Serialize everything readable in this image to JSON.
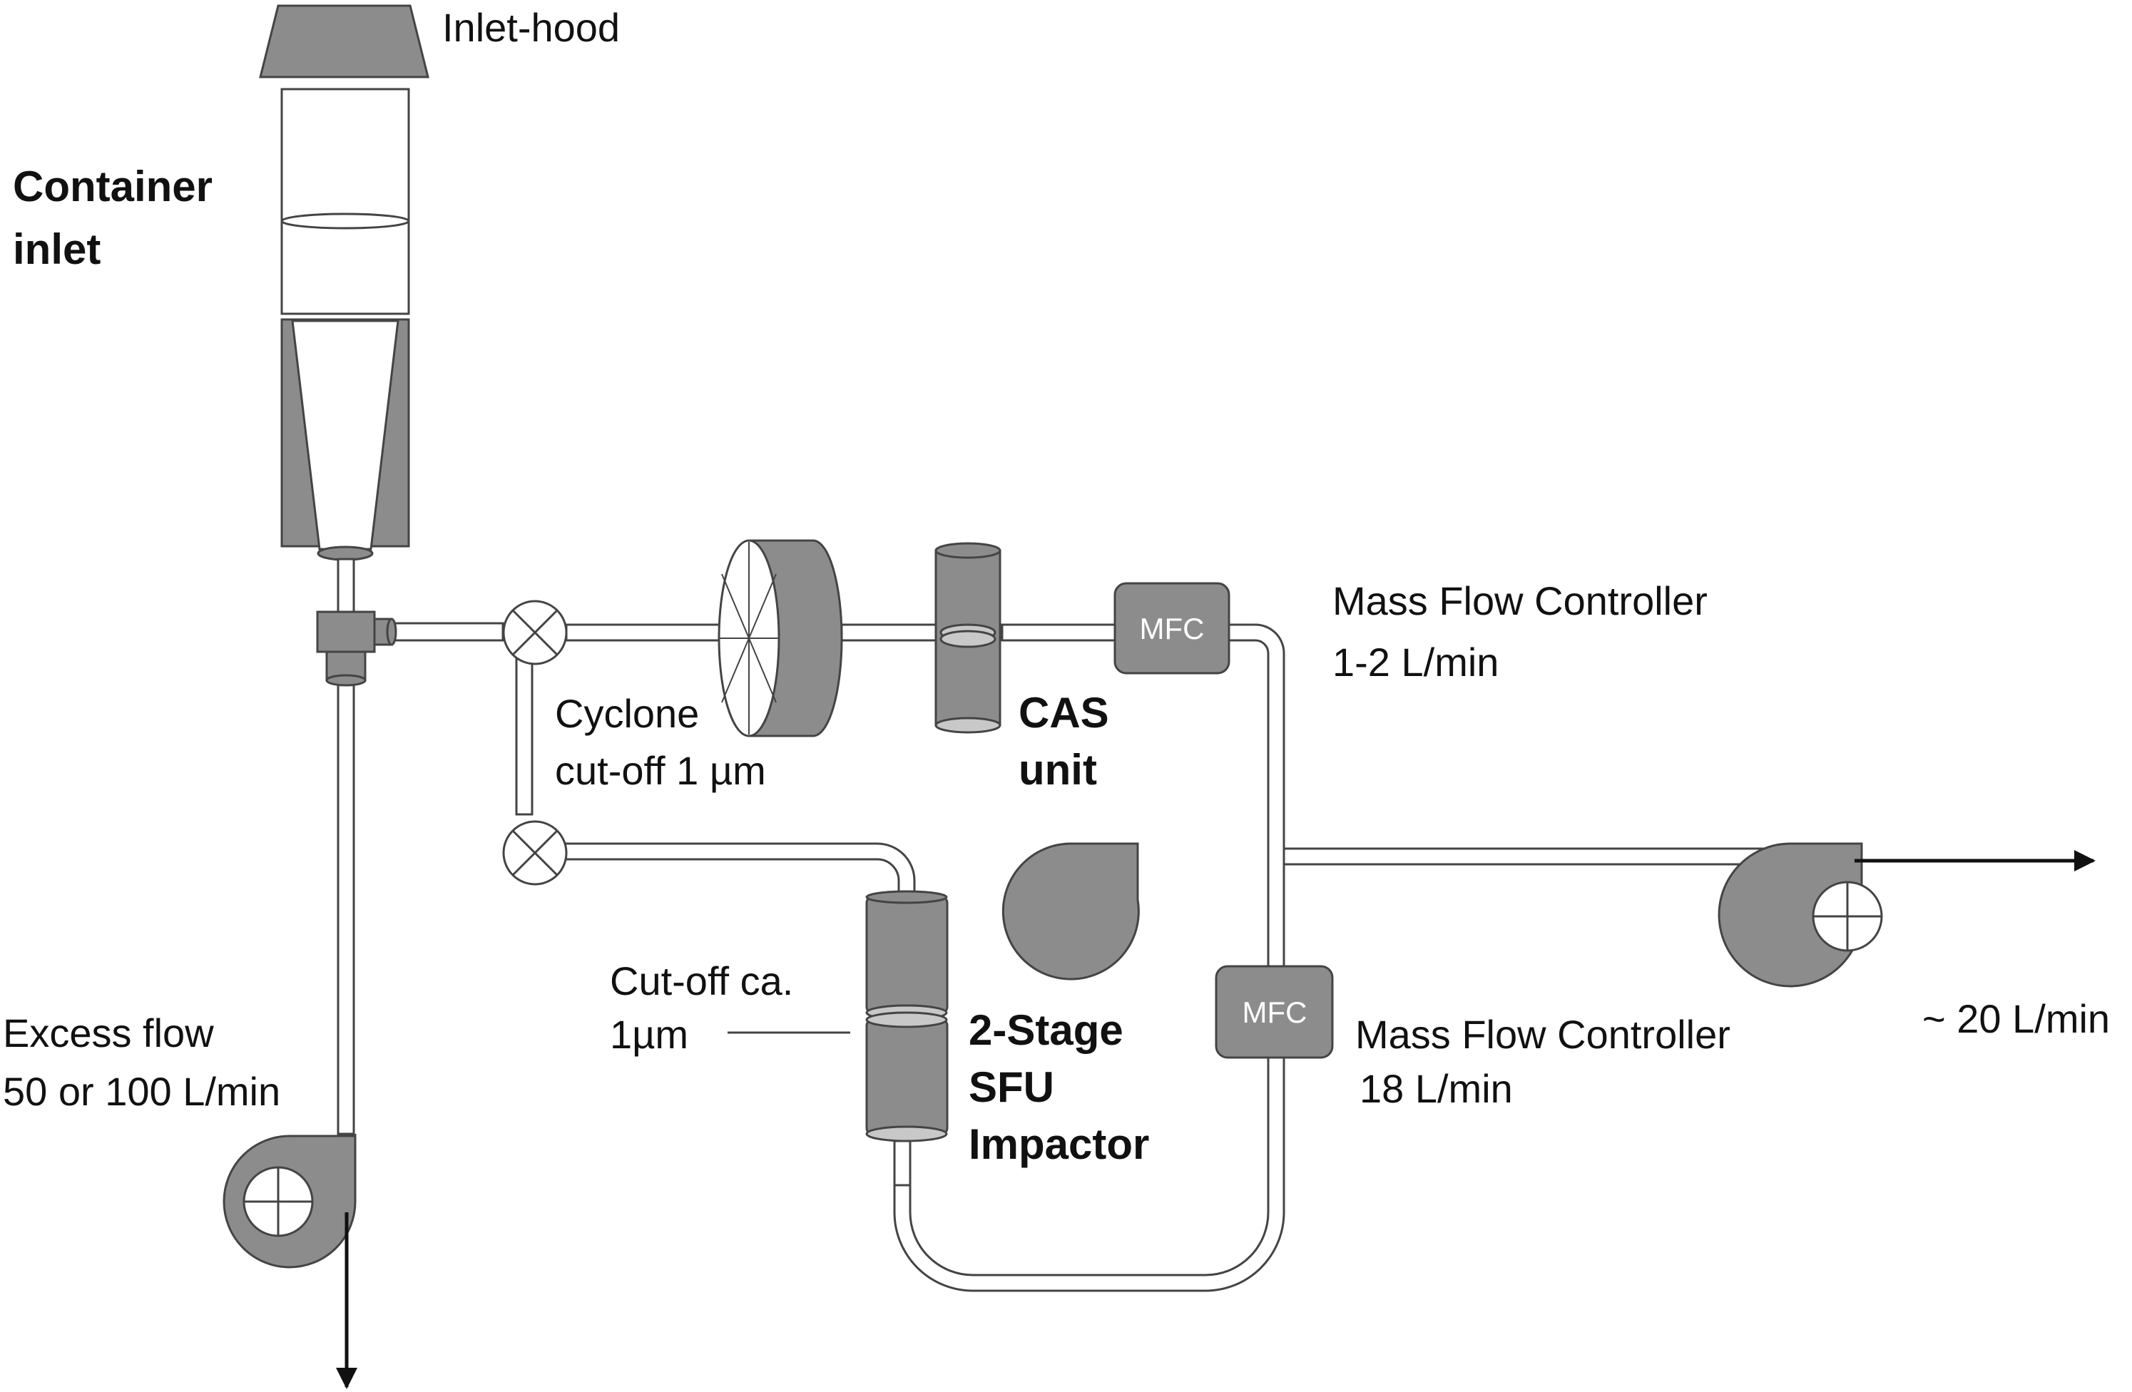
{
  "colors": {
    "component_fill": "#8c8c8c",
    "outline": "#444444",
    "tube_fill": "#ffffff",
    "mfc_text": "#ffffff",
    "text": "#111111"
  },
  "labels": {
    "inlet_hood": "Inlet-hood",
    "container_inlet_line1": "Container",
    "container_inlet_line2": "inlet",
    "cyclone_line1": "Cyclone",
    "cyclone_line2": "cut-off 1 µm",
    "cas_line1": "CAS",
    "cas_line2": "unit",
    "mfc_top_name": "Mass Flow Controller",
    "mfc_top_flow": "1-2 L/min",
    "mfc_bottom_name": "Mass Flow Controller",
    "mfc_bottom_flow": "18 L/min",
    "mfc_box": "MFC",
    "pump_flow": "~ 20 L/min",
    "excess_line1": "Excess flow",
    "excess_line2": "50 or 100 L/min",
    "cutoff_line1": "Cut-off ca.",
    "cutoff_line2": "1µm",
    "sfu_line1": "2-Stage",
    "sfu_line2": "SFU",
    "sfu_line3": "Impactor"
  },
  "icons": {
    "valve": "valve-icon",
    "pump": "pump-icon",
    "arrow": "arrow-icon"
  }
}
